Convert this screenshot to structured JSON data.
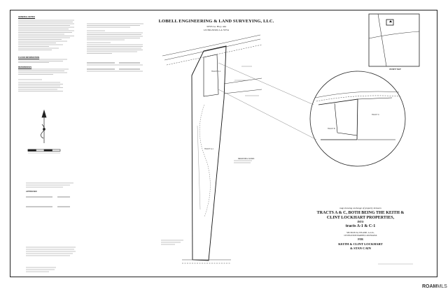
{
  "header": {
    "company": "LOBELL ENGINEERING & LAND SURVEYING, LLC.",
    "address": "30703 Lu. Hwy. 444",
    "city": "LIVINGSTON, LA 70754"
  },
  "description": {
    "line1": "map showing exchange of property between",
    "line2a": "TRACTS A & C, BOTH BEING THE KEITH &",
    "line2b": "CLINT LOCKHART PROPERTIES,",
    "line3": "INTO",
    "line4": "tracts A-1 & C-1",
    "line5a": "SECTION 34, T6S-R3E, G.L.D.,",
    "line5b": "LIVINGSTON PARISH, LOUISIANA",
    "line6": "FOR",
    "line7a": "KEITH & CLINT LOCKHART",
    "line7b": "& STAN CAIN"
  },
  "notes": {
    "general_title": "GENERAL NOTES",
    "flood_title": "FLOOD INFORMATION",
    "ref_title": "REFERENCES"
  },
  "plan_labels": {
    "tract_c1": "TRACT C-1",
    "tract_a1": "TRACT A-1",
    "tract_b": "TRACT B",
    "tract_c": "TRACT C",
    "remaining": "REMAINING ACRES"
  },
  "vicinity": {
    "label": "VICINITY MAP"
  },
  "approval": {
    "label": "APPROVED"
  },
  "watermark": {
    "brand": "ROAM",
    "suffix": "MLS"
  }
}
